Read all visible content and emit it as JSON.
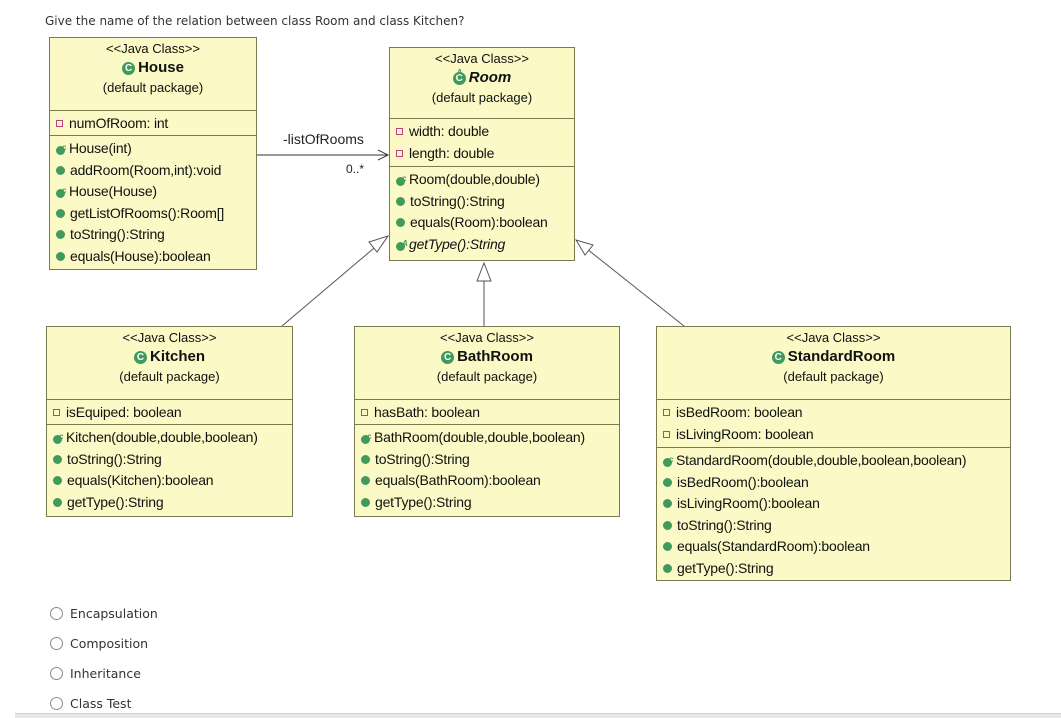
{
  "question": "Give the name of the relation between class Room and class Kitchen?",
  "diagram": {
    "association": {
      "label": "-listOfRooms",
      "multiplicity": "0..*"
    },
    "classes": [
      {
        "id": "house",
        "stereotype": "<<Java Class>>",
        "name": "House",
        "package": "(default package)",
        "fields": [
          "numOfRoom: int"
        ],
        "methods": [
          {
            "kind": "constructor",
            "text": "House(int)"
          },
          {
            "kind": "method",
            "text": "addRoom(Room,int):void"
          },
          {
            "kind": "constructor",
            "text": "House(House)"
          },
          {
            "kind": "method",
            "text": "getListOfRooms():Room[]"
          },
          {
            "kind": "method",
            "text": "toString():String"
          },
          {
            "kind": "method",
            "text": "equals(House):boolean"
          }
        ]
      },
      {
        "id": "room",
        "stereotype": "<<Java Class>>",
        "name": "Room",
        "package": "(default package)",
        "abstract": true,
        "fields": [
          "width: double",
          "length: double"
        ],
        "methods": [
          {
            "kind": "constructor",
            "text": "Room(double,double)"
          },
          {
            "kind": "method",
            "text": "toString():String"
          },
          {
            "kind": "method",
            "text": "equals(Room):boolean"
          },
          {
            "kind": "abstract",
            "text": "getType():String"
          }
        ]
      },
      {
        "id": "kitchen",
        "stereotype": "<<Java Class>>",
        "name": "Kitchen",
        "package": "(default package)",
        "fields": [
          "isEquiped: boolean"
        ],
        "methods": [
          {
            "kind": "constructor",
            "text": "Kitchen(double,double,boolean)"
          },
          {
            "kind": "method",
            "text": "toString():String"
          },
          {
            "kind": "method",
            "text": "equals(Kitchen):boolean"
          },
          {
            "kind": "method",
            "text": "getType():String"
          }
        ]
      },
      {
        "id": "bathroom",
        "stereotype": "<<Java Class>>",
        "name": "BathRoom",
        "package": "(default package)",
        "fields": [
          "hasBath: boolean"
        ],
        "methods": [
          {
            "kind": "constructor",
            "text": "BathRoom(double,double,boolean)"
          },
          {
            "kind": "method",
            "text": "toString():String"
          },
          {
            "kind": "method",
            "text": "equals(BathRoom):boolean"
          },
          {
            "kind": "method",
            "text": "getType():String"
          }
        ]
      },
      {
        "id": "standardroom",
        "stereotype": "<<Java Class>>",
        "name": "StandardRoom",
        "package": "(default package)",
        "fields": [
          "isBedRoom: boolean",
          "isLivingRoom: boolean"
        ],
        "methods": [
          {
            "kind": "constructor",
            "text": "StandardRoom(double,double,boolean,boolean)"
          },
          {
            "kind": "method",
            "text": "isBedRoom():boolean"
          },
          {
            "kind": "method",
            "text": "isLivingRoom():boolean"
          },
          {
            "kind": "method",
            "text": "toString():String"
          },
          {
            "kind": "method",
            "text": "equals(StandardRoom):boolean"
          },
          {
            "kind": "method",
            "text": "getType():String"
          }
        ]
      }
    ]
  },
  "options": [
    "Encapsulation",
    "Composition",
    "Inheritance",
    "Class Test"
  ],
  "colors": {
    "class_fill": "#fbf9c5",
    "class_border": "#7a7a50",
    "icon_green": "#3f9a5b",
    "field_icon": "#c2407a"
  }
}
